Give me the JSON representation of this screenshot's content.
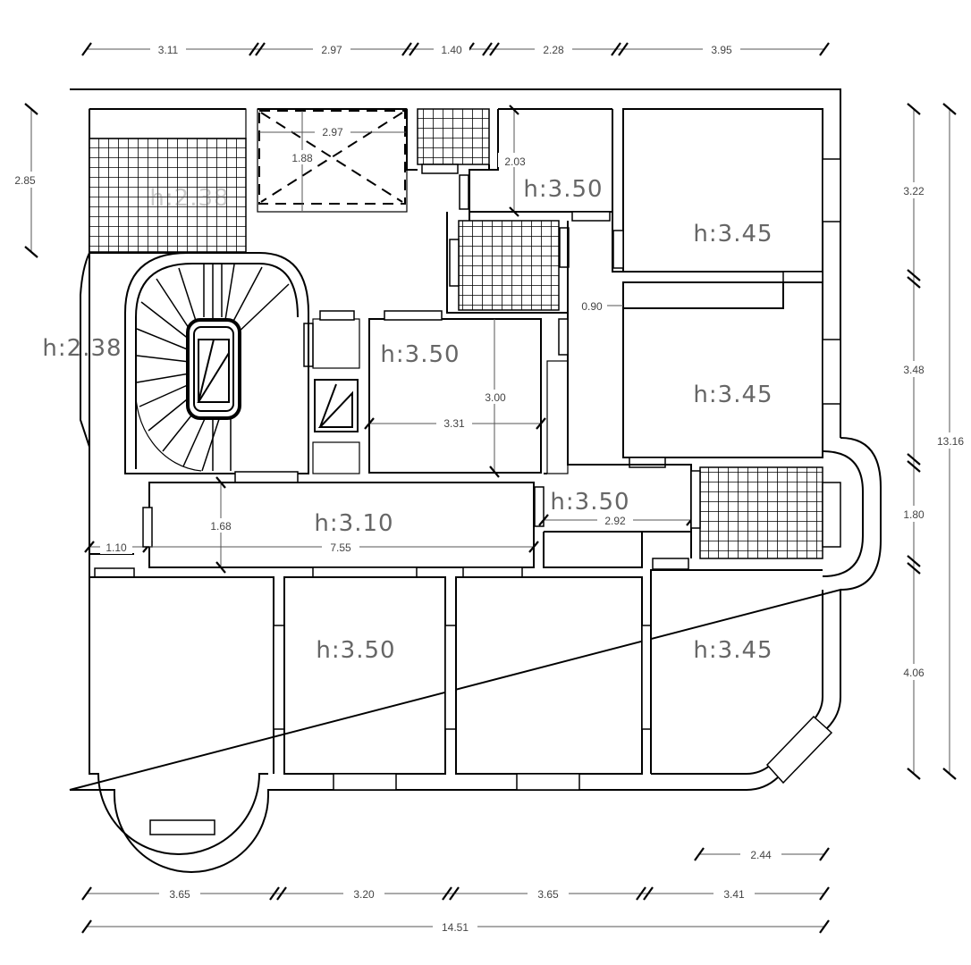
{
  "dimensions": {
    "top": [
      "3.11",
      "2.97",
      "1.40",
      "2.28",
      "3.95"
    ],
    "bottom": [
      "3.65",
      "3.20",
      "3.65",
      "3.41"
    ],
    "bottom_total": "14.51",
    "bottom_right": "2.44",
    "left": "2.85",
    "right": [
      "3.22",
      "3.48",
      "1.80",
      "4.06"
    ],
    "right_total": "13.16"
  },
  "rooms": {
    "h_2_38": "h:2.38",
    "h_3_50_top": "h:3.50",
    "h_3_45_a": "h:3.45",
    "h_3_45_b": "h:3.45",
    "h_3_45_c": "h:3.45",
    "h_3_50_mid": "h:3.50",
    "h_3_50_hall": "h:3.50",
    "h_3_10": "h:3.10",
    "h_3_50_bottom": "h:3.50"
  },
  "inner_dims": {
    "d_2_97": "2.97",
    "d_1_88": "1.88",
    "d_2_03": "2.03",
    "d_0_90": "0.90",
    "d_3_00": "3.00",
    "d_3_31": "3.31",
    "d_2_92": "2.92",
    "d_1_68": "1.68",
    "d_1_10": "1.10",
    "d_7_55": "7.55"
  }
}
